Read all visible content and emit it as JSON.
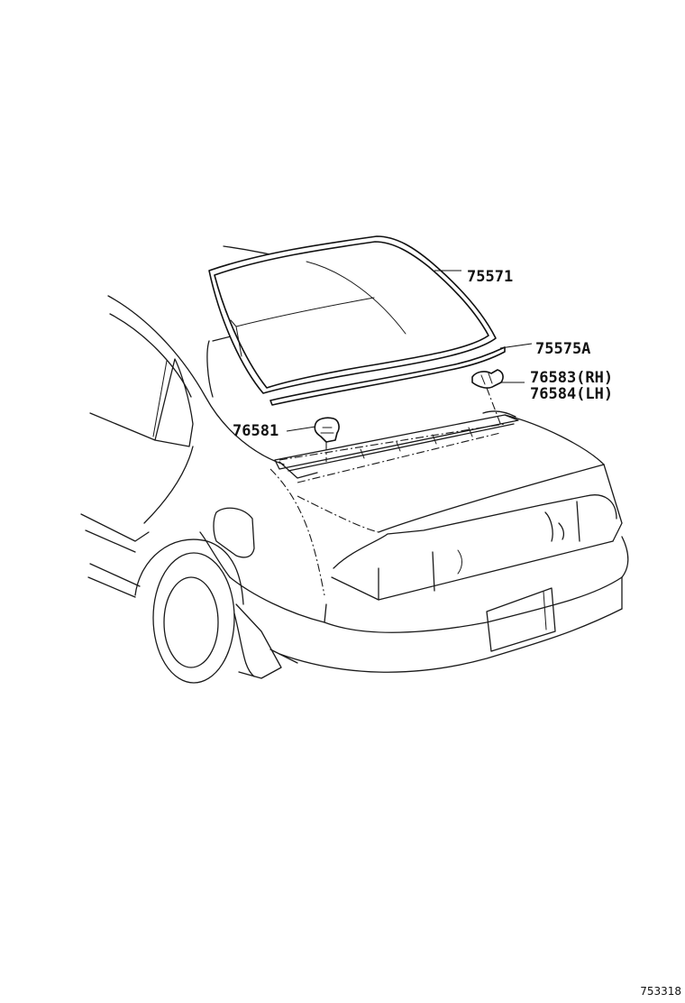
{
  "diagram": {
    "parts": [
      {
        "id": "weatherstrip",
        "label": "75571"
      },
      {
        "id": "moulding",
        "label": "75575A"
      },
      {
        "id": "clip-rh-lh",
        "label": "76583(RH)\n76584(LH)"
      },
      {
        "id": "clip-center",
        "label": "76581"
      }
    ],
    "figure_id": "753318"
  }
}
